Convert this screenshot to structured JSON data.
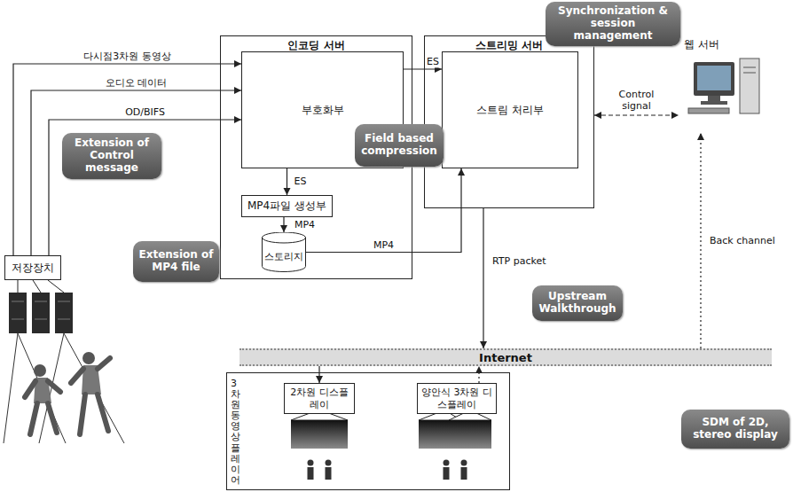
{
  "diagram": {
    "nodes": [
      {
        "text": [
          "저장장치"
        ]
      },
      {
        "text": [
          "인코딩 서버"
        ]
      },
      {
        "text": [
          "부호화부"
        ],
        "in": 1
      },
      {
        "text": [
          "MP4파일 생성부"
        ],
        "in": 1
      },
      {
        "text": [
          "스토리지"
        ],
        "in": 1
      },
      {
        "text": [
          "스트리밍 서버"
        ]
      },
      {
        "text": [
          "스트림 처리부"
        ],
        "in": 5
      },
      {
        "text": [
          "웹 서버"
        ]
      },
      {
        "text": [
          "Internet"
        ]
      },
      {
        "text": [
          "3차원 동영상 플레이어"
        ]
      },
      {
        "text": [
          "2차원 디스플레이"
        ],
        "in": 9
      },
      {
        "text": [
          "양안식 3차원 디스플레이"
        ],
        "in": 9
      },
      {
        "text": [
          "Extension of Control message"
        ]
      },
      {
        "text": [
          "Field based compression"
        ]
      },
      {
        "text": [
          "Synchronization & session management"
        ]
      },
      {
        "text": [
          "Extension of MP4 file"
        ]
      },
      {
        "text": [
          "Upstream Walkthrough"
        ]
      },
      {
        "text": [
          "SDM of 2D, stereo display"
        ]
      }
    ],
    "edges": [
      {
        "from": 0,
        "to": 2,
        "label": "다시점3차원 동영상",
        "arrow": "to"
      },
      {
        "from": 0,
        "to": 2,
        "label": "오디오 데이터",
        "arrow": "to"
      },
      {
        "from": 0,
        "to": 2,
        "label": "OD/BIFS",
        "arrow": "to"
      },
      {
        "from": 2,
        "to": 6,
        "label": "ES",
        "arrow": "to"
      },
      {
        "from": 2,
        "to": 3,
        "label": "ES",
        "arrow": "to"
      },
      {
        "from": 3,
        "to": 4,
        "label": "MP4",
        "arrow": "to"
      },
      {
        "from": 4,
        "to": 6,
        "label": "MP4",
        "arrow": "to"
      },
      {
        "from": 5,
        "to": 7,
        "label": "Control signal",
        "arrow": "both"
      },
      {
        "from": 5,
        "to": 8,
        "label": "RTP packet",
        "arrow": "to"
      },
      {
        "from": 8,
        "to": 10,
        "arrow": "to"
      },
      {
        "from": 11,
        "to": 8,
        "arrow": "to"
      },
      {
        "from": 8,
        "to": 7,
        "label": "Back channel",
        "arrow": "to"
      }
    ]
  }
}
